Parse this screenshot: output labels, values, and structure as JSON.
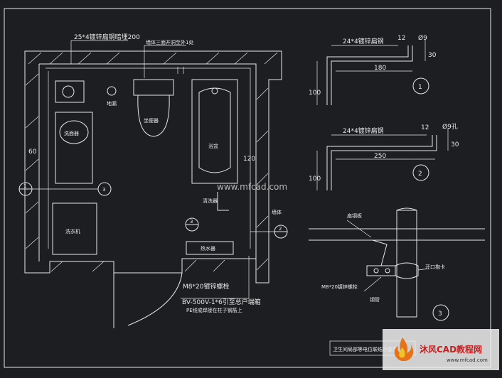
{
  "plan": {
    "steel_label_top": "25*4镀锌扁钢暗埋200",
    "valve_label": "墙体三面开洞至外1处",
    "toilet": "坐便器",
    "floor_drain": "地漏",
    "washbasin": "洗面器",
    "bathtub": "浴盆",
    "washer": "洗衣机",
    "cleaner": "清洗器",
    "water_heater": "热水器",
    "wall_label": "墙体",
    "dim_60": "60",
    "dim_120": "120",
    "marker_1": "1",
    "marker_2": "2",
    "marker_3a": "3",
    "marker_3b": "3",
    "bolt_label": "M8*20镀锌螺栓",
    "cable_label": "BV-500V-1*6引至总户端箱",
    "pe_label": "PE线或焊接在柱子钢筋上"
  },
  "detail1": {
    "steel": "24*4镀锌扁钢",
    "dim_12": "12",
    "dim_d9": "Ø9",
    "dim_30": "30",
    "dim_180": "180",
    "dim_100": "100",
    "marker": "1"
  },
  "detail2": {
    "steel": "24*4镀锌扁钢",
    "dim_12": "12",
    "dim_d9": "Ø9孔",
    "dim_30": "30",
    "dim_250": "250",
    "dim_100": "100",
    "marker": "2"
  },
  "detail3": {
    "label_flat": "扁钢板",
    "label_clamp": "开口抱卡",
    "label_bolt": "M8*20镀锌螺栓",
    "label_pipe": "钢管",
    "marker": "3"
  },
  "title_block": "卫生间局部等电位联结示意图",
  "watermark": {
    "site": "www.mfcad.com",
    "brand": "沐风CAD教程网",
    "url": "www.mfcad.com"
  },
  "colors": {
    "background": "#1d1e21",
    "line": "#e8e8e8"
  }
}
